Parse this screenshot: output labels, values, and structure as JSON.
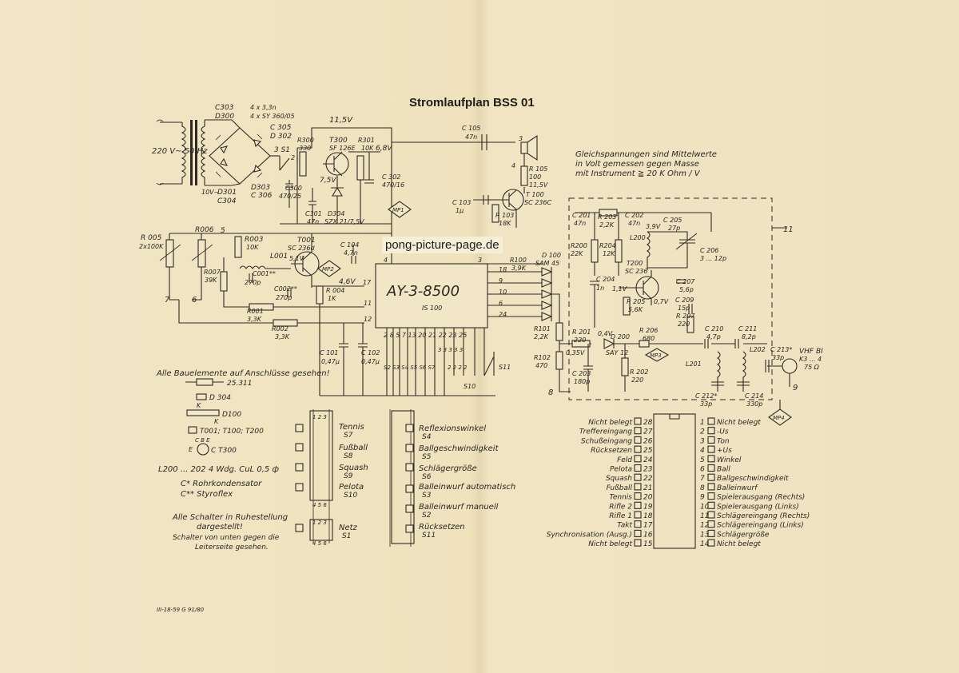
{
  "title": "Stromlaufplan BSS 01",
  "watermark": "pong-picture-page.de",
  "footer_code": "III-18-59  G 91/80",
  "note_dc": [
    "Gleichspannungen sind Mittelwerte",
    "in Volt gemessen gegen Masse",
    "mit Instrument ≧ 20 K Ohm / V"
  ],
  "ic_name": "AY-3-8500",
  "ic_sub": "IS 100",
  "mains": "220 V~ 50 Hz",
  "legend_components_title": "Alle Bauelemente auf Anschlüsse gesehen!",
  "legend_items": [
    "25.311",
    "D 304",
    "K",
    "D100",
    "K",
    "T001; T100; T200",
    "C B E",
    "E",
    "C T300",
    "L200 ... 202  4 Wdg. CuL 0,5 ф",
    "C* Rohrkondensator",
    "C** Styroflex"
  ],
  "switch_note": [
    "Alle Schalter in Ruhestellung",
    "dargestellt!",
    "Schalter von unten gegen die",
    "Leiterseite gesehen."
  ],
  "switches_left": [
    {
      "name": "Tennis",
      "id": "S7"
    },
    {
      "name": "Fußball",
      "id": "S8"
    },
    {
      "name": "Squash",
      "id": "S9"
    },
    {
      "name": "Pelota",
      "id": "S10"
    },
    {
      "name": "Netz",
      "id": "S1"
    }
  ],
  "switches_right": [
    {
      "name": "Reflexionswinkel",
      "id": "S4"
    },
    {
      "name": "Ballgeschwindigkeit",
      "id": "S5"
    },
    {
      "name": "Schlägergröße",
      "id": "S6"
    },
    {
      "name": "Balleinwurf automatisch",
      "id": "S3"
    },
    {
      "name": "Balleinwurf manuell",
      "id": "S2"
    },
    {
      "name": "Rücksetzen",
      "id": "S11"
    }
  ],
  "switch_pin_top": "1 2 3",
  "switch_pin_bottom": "4 5 6",
  "pinout_left": [
    {
      "label": "Nicht belegt",
      "pin": "28"
    },
    {
      "label": "Treffereingang",
      "pin": "27"
    },
    {
      "label": "Schußeingang",
      "pin": "26"
    },
    {
      "label": "Rücksetzen",
      "pin": "25"
    },
    {
      "label": "Feld",
      "pin": "24"
    },
    {
      "label": "Pelota",
      "pin": "23"
    },
    {
      "label": "Squash",
      "pin": "22"
    },
    {
      "label": "Fußball",
      "pin": "21"
    },
    {
      "label": "Tennis",
      "pin": "20"
    },
    {
      "label": "Rifle 2",
      "pin": "19"
    },
    {
      "label": "Rifle 1",
      "pin": "18"
    },
    {
      "label": "Takt",
      "pin": "17"
    },
    {
      "label": "Synchronisation (Ausg.)",
      "pin": "16"
    },
    {
      "label": "Nicht belegt",
      "pin": "15"
    }
  ],
  "pinout_right": [
    {
      "pin": "1",
      "label": "Nicht belegt"
    },
    {
      "pin": "2",
      "label": "-Us"
    },
    {
      "pin": "3",
      "label": "Ton"
    },
    {
      "pin": "4",
      "label": "+Us"
    },
    {
      "pin": "5",
      "label": "Winkel"
    },
    {
      "pin": "6",
      "label": "Ball"
    },
    {
      "pin": "7",
      "label": "Ballgeschwindigkeit"
    },
    {
      "pin": "8",
      "label": "Balleinwurf"
    },
    {
      "pin": "9",
      "label": "Spielerausgang (Rechts)"
    },
    {
      "pin": "10",
      "label": "Spielerausgang (Links)"
    },
    {
      "pin": "11",
      "label": "Schlägereingang (Rechts)"
    },
    {
      "pin": "12",
      "label": "Schlägereingang (Links)"
    },
    {
      "pin": "13",
      "label": "Schlägergröße"
    },
    {
      "pin": "14",
      "label": "Nicht belegt"
    }
  ],
  "labels": {
    "c303": "C303",
    "d300": "D300",
    "c303b": "4 x 3,3n",
    "d300b": "4 x SY 360/05",
    "c305": "C 305",
    "d302": "D 302",
    "d303": "D303",
    "c306": "C 306",
    "d301": "D301",
    "c304": "C304",
    "tenv": "10V~",
    "v115": "11,5V",
    "r300": "R300",
    "r300v": "330",
    "t300": "T300",
    "t300t": "SF 126E",
    "r301": "R301",
    "r301v": "10K",
    "v68": "6,8V",
    "v75": "7,5V",
    "s1": "3 S1",
    "s1b": "2",
    "c300": "C300",
    "c300v": "470/25",
    "c302": "C 302",
    "c302v": "470/16",
    "c301": "C301",
    "c301v": "47n",
    "d304": "D304",
    "d304v": "SZX 21/7,5V",
    "mp1": "MP1",
    "c105": "C 105",
    "c105v": "47n",
    "sp3": "3",
    "sp4": "4",
    "r105": "R 105",
    "r105v": "100",
    "v115b": "11,5V",
    "t100": "T 100",
    "t100t": "SC 236C",
    "c103": "C 103",
    "c103v": "1μ",
    "r103": "R 103",
    "r103v": "18K",
    "r005": "R 005",
    "r005v": "2x100K",
    "r006": "R006",
    "n5": "5",
    "r003": "R003",
    "r003v": "10K",
    "t001": "T001",
    "t001t": "SC 236d",
    "l001": "L001",
    "v51": "5,1V",
    "c104": "C 104",
    "c104v": "4,7n",
    "r007": "R007",
    "r007v": "39K",
    "c001": "C001**",
    "c001v": "270p",
    "c002": "C002**",
    "c002v": "270p",
    "mp2": "MP2",
    "v46": "4,6V",
    "r004": "R 004",
    "r004v": "1K",
    "n7": "7",
    "n6": "6",
    "r001": "R001",
    "r001v": "3,3K",
    "r002": "R002",
    "r002v": "3,3K",
    "c101": "C 101",
    "c101v": "0,47μ",
    "c102": "C 102",
    "c102v": "0,47μ",
    "r100": "R100",
    "r100v": "3,9K",
    "d100": "D 100",
    "d100t": "SAM 45",
    "r101": "R101",
    "r101v": "2,2K",
    "r102": "R102",
    "r102v": "470",
    "s11": "S11",
    "s10": "S10",
    "n8": "8",
    "c201": "C 201",
    "c201v": "47n",
    "r203": "R 203",
    "r203v": "2,2K",
    "c202": "C 202",
    "c202v": "47n",
    "v39": "3,9V",
    "c205": "C 205",
    "c205v": "27p",
    "n11": "11",
    "r200": "R200",
    "r200v": "22K",
    "r204": "R204",
    "r204v": "12K",
    "l200": "L200",
    "c206": "C 206",
    "c206v": "3 ... 12p",
    "t200": "T200",
    "t200t": "SC 236",
    "c204": "C 204",
    "c204v": "1n",
    "v11": "1,1V",
    "c207": "C 207",
    "c207v": "5,6p",
    "r205": "R 205",
    "r205v": "5,6K",
    "v07": "0,7V",
    "c209": "C 209",
    "c209v": "15p",
    "r207": "R 207",
    "r207v": "220",
    "r201": "R 201",
    "r201v": "220",
    "v04": "0,4V",
    "v035": "0,35V",
    "r206": "R 206",
    "r206v": "680",
    "d200": "D 200",
    "d200t": "SAY 12",
    "mp3": "MP3",
    "c210": "C 210",
    "c210v": "4,7p",
    "c211": "C 211",
    "c211v": "8,2p",
    "l202": "L202",
    "c213": "C 213*",
    "c213v": "33p",
    "vhf": "VHF BI",
    "ch": "K3 ... 4",
    "ohm": "75 Ω",
    "l201": "L201",
    "r202": "R 202",
    "r202v": "220",
    "c203": "C 203",
    "c203v": "180p",
    "c212": "C 212*",
    "c212v": "33p",
    "c214": "C 214",
    "c214v": "330p",
    "n9": "9",
    "mp4": "MP4"
  }
}
